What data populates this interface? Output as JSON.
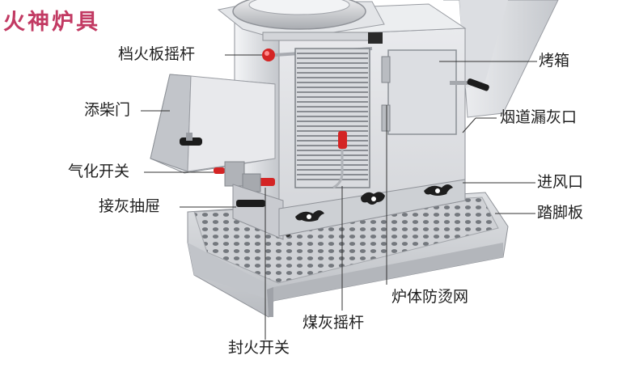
{
  "brand": {
    "text": "火神炉具",
    "color": "#c23a63"
  },
  "labels": {
    "damper_lever": "档火板摇杆",
    "fuel_door": "添柴门",
    "gasification_switch": "气化开关",
    "ash_drawer": "接灰抽屉",
    "oven": "烤箱",
    "flue_ash_port": "烟道漏灰口",
    "air_inlet": "进风口",
    "footboard": "踏脚板",
    "anti_scald_mesh": "炉体防烫网",
    "coal_ash_lever": "煤灰摇杆",
    "fire_seal_switch": "封火开关"
  },
  "colors": {
    "steel_light": "#e6e7ea",
    "steel_mid": "#c9cbd0",
    "steel_dark": "#9a9da3",
    "knob_red": "#d42424",
    "handle_black": "#1c1c1c",
    "leader_line": "#333333"
  }
}
